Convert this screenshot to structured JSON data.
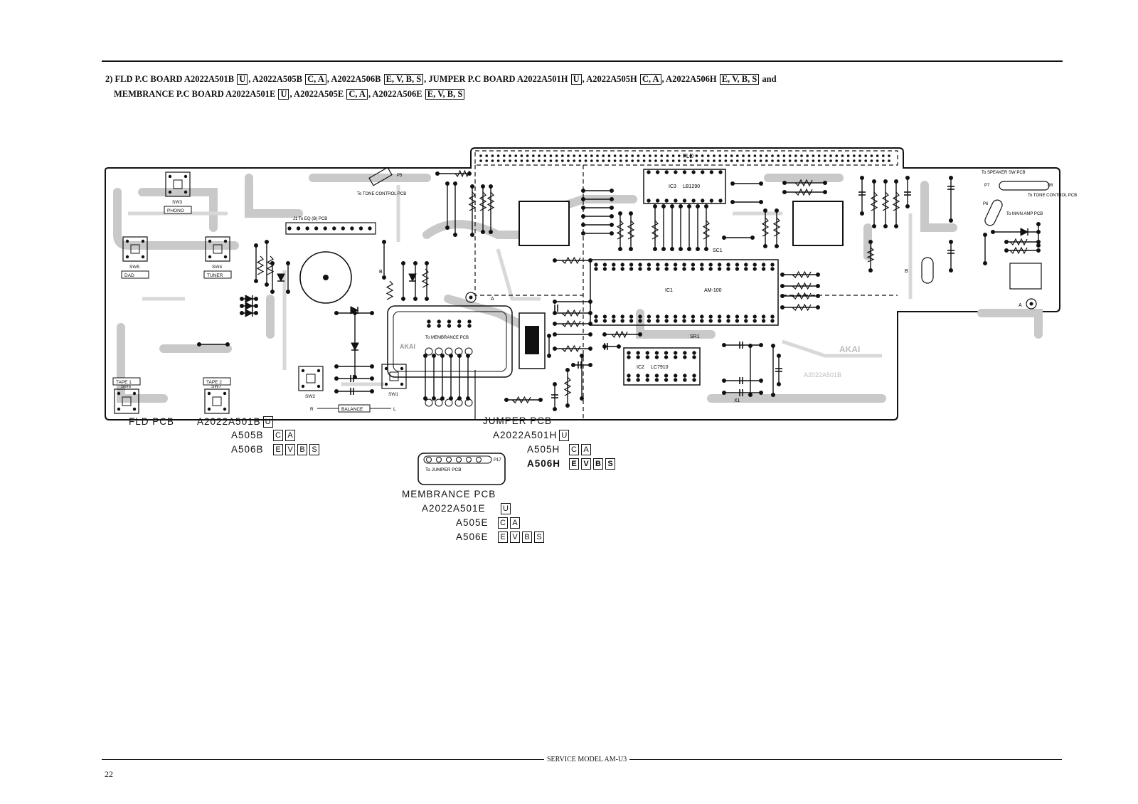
{
  "header": {
    "line1": [
      {
        "t": "2) FLD P.C BOARD A2022A501B "
      },
      {
        "box": "U"
      },
      {
        "t": ", A2022A505B "
      },
      {
        "box": "C, A"
      },
      {
        "t": ", A2022A506B "
      },
      {
        "box": "E, V, B, S"
      },
      {
        "t": ", JUMPER P.C BOARD A2022A501H "
      },
      {
        "box": "U"
      },
      {
        "t": ", A2022A505H "
      },
      {
        "box": "C, A"
      },
      {
        "t": ", A2022A506H "
      },
      {
        "box": "E, V, B, S"
      },
      {
        "t": " and"
      }
    ],
    "line2": [
      {
        "t": "MEMBRANCE P.C BOARD A2022A501E "
      },
      {
        "box": "U"
      },
      {
        "t": ", A2022A505E "
      },
      {
        "box": "C, A"
      },
      {
        "t": ", A2022A506E "
      },
      {
        "box": "E, V, B, S"
      }
    ]
  },
  "board_labels": {
    "fld": "FLD",
    "ic1": "IC1",
    "ic1_part": "AM-100",
    "ic2": "IC2",
    "ic2_part": "LC7910",
    "ic3": "IC3",
    "ic3_part": "LB1290",
    "sc1": "SC1",
    "sr1": "SR1",
    "x1": "X1",
    "j1_eq": "J1 To EQ (B) PCB",
    "j1_membrance": "To MEMBRANCE PCB",
    "tone_control": "To TONE CONTROL PCB",
    "p5": "P5",
    "to_speaker": "To SPEAKER SW PCB",
    "to_tone2": "To TONE CONTROL PCB",
    "to_main_amp": "To MAIN AMP PCB",
    "p6": "P6",
    "p7": "P7",
    "p8": "P8",
    "p17": "P17",
    "to_jumper": "To JUMPER PCB",
    "akai": "AKAI",
    "akai2": "AKAI",
    "board_code": "A2022A501B",
    "balance": "BALANCE",
    "r_letter": "R",
    "l_letter": "L",
    "a_letter": "A",
    "b_letter": "B"
  },
  "switches": [
    {
      "id": "SW3",
      "label": "PHONO"
    },
    {
      "id": "SW5",
      "label": "DAD"
    },
    {
      "id": "SW4",
      "label": "TUNER"
    },
    {
      "id": "SW6",
      "label": "TAPE 1"
    },
    {
      "id": "SW7",
      "label": "TAPE 2"
    },
    {
      "id": "SW2",
      "label": ""
    },
    {
      "id": "SW1",
      "label": ""
    }
  ],
  "captions": {
    "fld": {
      "name": "FLD  PCB",
      "code": "A2022A501B",
      "code_boxes": [
        "U"
      ],
      "rows": [
        {
          "code": "A505B",
          "boxes": [
            "C",
            "A"
          ]
        },
        {
          "code": "A506B",
          "boxes": [
            "E",
            "V",
            "B",
            "S"
          ]
        }
      ]
    },
    "jumper": {
      "name": "JUMPER PCB",
      "code": "A2022A501H",
      "code_boxes": [
        "U"
      ],
      "rows": [
        {
          "code": "A505H",
          "boxes": [
            "C",
            "A"
          ]
        },
        {
          "code": "A506H",
          "boxes": [
            "E",
            "V",
            "B",
            "S"
          ]
        }
      ]
    },
    "membrance": {
      "name": "MEMBRANCE PCB",
      "code": "A2022A501E",
      "code_boxes": [
        "U"
      ],
      "rows": [
        {
          "code": "A505E",
          "boxes": [
            "C",
            "A"
          ]
        },
        {
          "code": "A506E",
          "boxes": [
            "E",
            "V",
            "B",
            "S"
          ]
        }
      ]
    }
  },
  "footer": {
    "text": "SERVICE MODEL AM-U3",
    "page": "22"
  }
}
